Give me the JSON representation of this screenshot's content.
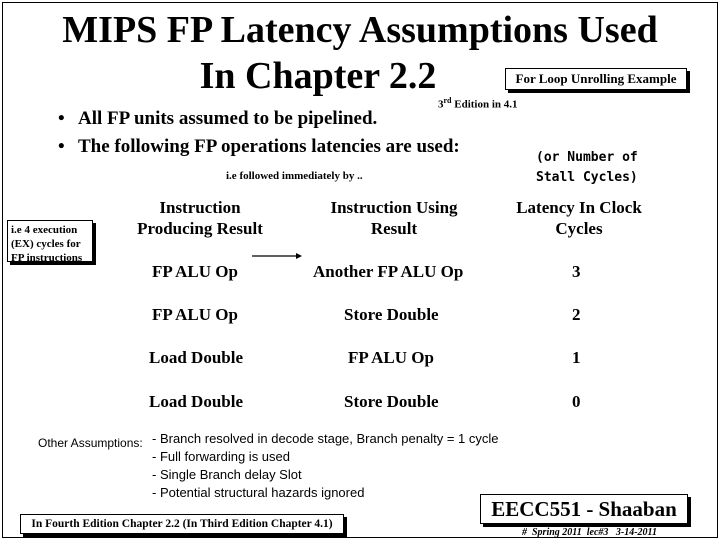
{
  "title": {
    "line1": "MIPS FP Latency Assumptions Used",
    "line2": "In Chapter 2.2"
  },
  "subtitle_box": "For Loop Unrolling Example",
  "edition_note": {
    "sup_prefix": "3",
    "sup": "rd",
    "rest": " Edition in 4.1"
  },
  "bullets": [
    {
      "marker": "•",
      "text": "All FP units assumed to be pipelined."
    },
    {
      "marker": "•",
      "text": "The following  FP operations latencies are used:"
    }
  ],
  "stall_note": "(or Number of Stall  Cycles)",
  "ie_note": "i.e followed immediately by ..",
  "ex_note": "i.e 4 execution (EX) cycles for FP instructions",
  "table": {
    "headers": [
      "Instruction Producing Result",
      "Instruction Using Result",
      "Latency In Clock Cycles"
    ],
    "rows": [
      {
        "producer": "FP ALU Op",
        "user": "Another FP ALU Op",
        "latency": "3"
      },
      {
        "producer": "FP ALU Op",
        "user": "Store Double",
        "latency": "2"
      },
      {
        "producer": "Load Double",
        "user": "FP ALU Op",
        "latency": "1"
      },
      {
        "producer": "Load Double",
        "user": "Store Double",
        "latency": "0"
      }
    ]
  },
  "other_assumptions": {
    "label": "Other Assumptions:",
    "items": [
      "- Branch resolved in decode stage,  Branch penalty = 1 cycle",
      "- Full forwarding is used",
      "- Single Branch delay Slot",
      "- Potential structural hazards ignored"
    ]
  },
  "footer": {
    "edition_box": "In Fourth Edition Chapter 2.2 (In Third Edition Chapter 4.1)",
    "course": "EECC551 - Shaaban",
    "slide_info": "#  Spring 2011  lec#3   3-14-2011"
  },
  "colors": {
    "text": "#000000",
    "background": "#ffffff",
    "shadow": "#000000"
  }
}
